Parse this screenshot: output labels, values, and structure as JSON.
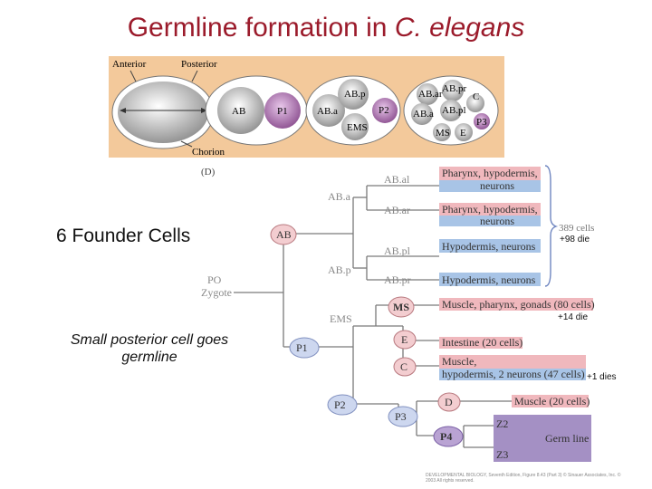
{
  "title": {
    "main": "Germline formation in ",
    "italic": "C. elegans"
  },
  "embryo_panel": {
    "anterior": "Anterior",
    "posterior": "Posterior",
    "chorion": "Chorion",
    "cells_2": [
      "AB",
      "P1"
    ],
    "cells_4": [
      "AB.a",
      "AB.p",
      "P2",
      "EMS"
    ],
    "cells_8": [
      "AB.ar",
      "AB.pr",
      "AB.a",
      "AB.pl",
      "C",
      "P3",
      "MS",
      "E"
    ]
  },
  "panel_letter": "(D)",
  "founders_label": "6 Founder Cells",
  "posterior_label": "Small posterior cell goes germline",
  "lineage": {
    "zygote": [
      "PO",
      "Zygote"
    ],
    "ab": "AB",
    "p1": "P1",
    "ab_a": "AB.a",
    "ab_p": "AB.p",
    "ab_al": "AB.al",
    "ab_ar": "AB.ar",
    "ab_pl": "AB.pl",
    "ab_pr": "AB.pr",
    "ems": "EMS",
    "ms": "MS",
    "e": "E",
    "c": "C",
    "p2": "P2",
    "p3": "P3",
    "d": "D",
    "p4": "P4",
    "z2": "Z2",
    "z3": "Z3"
  },
  "fates": {
    "ab_al": [
      "Pharynx, hypodermis,",
      "neurons"
    ],
    "ab_ar": [
      "Pharynx, hypodermis,",
      "neurons"
    ],
    "ab_pl": "Hypodermis, neurons",
    "ab_pr": "Hypodermis, neurons",
    "ms": "Muscle, pharynx, gonads (80 cells)",
    "e": "Intestine (20 cells)",
    "c": [
      "Muscle,",
      "hypodermis, 2 neurons (47 cells)"
    ],
    "d": "Muscle (20 cells)",
    "germ": "Germ line",
    "ab_total": "389 cells"
  },
  "notes": {
    "ab_die": "+98 die",
    "ms_die": "+14 die",
    "c_die": "+1 dies"
  },
  "credit": "DEVELOPMENTAL BIOLOGY, Seventh Edition, Figure 8.43 (Part 3) © Sinauer Associates, Inc. © 2003 All rights reserved.",
  "colors": {
    "title": "#9b1b2b",
    "pink_fate": "#f0b8bd",
    "blue_fate": "#a8c4e6",
    "cell_pink": "#f3cdd0",
    "cell_blue": "#cdd7ef",
    "germ": "#a490c4",
    "p4": "#b9a3d3",
    "line": "#7a7a7a"
  }
}
